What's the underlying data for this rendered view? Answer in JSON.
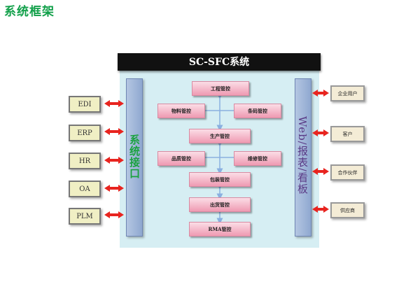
{
  "title": "系统框架",
  "system": {
    "header": "SC-SFC系统",
    "left_interface": "系统接口",
    "right_interface": "Web/报表/看板"
  },
  "modules": {
    "engineering": "工程管控",
    "material": "物料管控",
    "barcode": "条码管控",
    "production": "生产管控",
    "quality": "品质管控",
    "maintenance": "维修管控",
    "packaging": "包装管控",
    "shipping": "出货管控",
    "rma": "RMA管控"
  },
  "left_systems": [
    "EDI",
    "ERP",
    "HR",
    "OA",
    "PLM"
  ],
  "right_systems": [
    "企业用户",
    "客户",
    "合作伙伴",
    "供应商"
  ],
  "colors": {
    "title": "#12a04a",
    "panel": "#d6eef3",
    "module_fill": "#ef9ab2",
    "arrow": "#e8241f",
    "connector": "#8ab0e0"
  }
}
